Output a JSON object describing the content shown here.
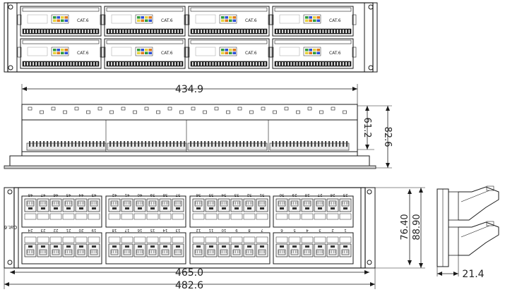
{
  "dimensions": {
    "top_width": "434.9",
    "height_inner": "61.2",
    "height_outer": "82.6",
    "front_height_inner": "76.40",
    "front_height_outer": "88.90",
    "front_width_inner": "465.0",
    "front_width_outer": "482.6",
    "side_depth": "21.4"
  },
  "module_label": "CAT.6",
  "front_label": "Cat.6",
  "port_numbers": {
    "top_row": [
      "48",
      "47",
      "46",
      "45",
      "44",
      "43",
      "42",
      "41",
      "40",
      "39",
      "38",
      "37",
      "36",
      "35",
      "34",
      "33",
      "32",
      "31",
      "30",
      "29",
      "28",
      "27",
      "26",
      "25"
    ],
    "bottom_row": [
      "24",
      "23",
      "22",
      "21",
      "20",
      "19",
      "18",
      "17",
      "16",
      "15",
      "14",
      "13",
      "12",
      "11",
      "10",
      "9",
      "8",
      "7",
      "6",
      "5",
      "4",
      "3",
      "2",
      "1"
    ]
  },
  "colors": {
    "line": "#1a1a1a",
    "module_green": "#2e9b3a",
    "module_blue": "#2b4fd8",
    "module_yellow": "#e8d23a",
    "module_orange": "#e07a1c",
    "cat_blue": "#3355cc"
  }
}
